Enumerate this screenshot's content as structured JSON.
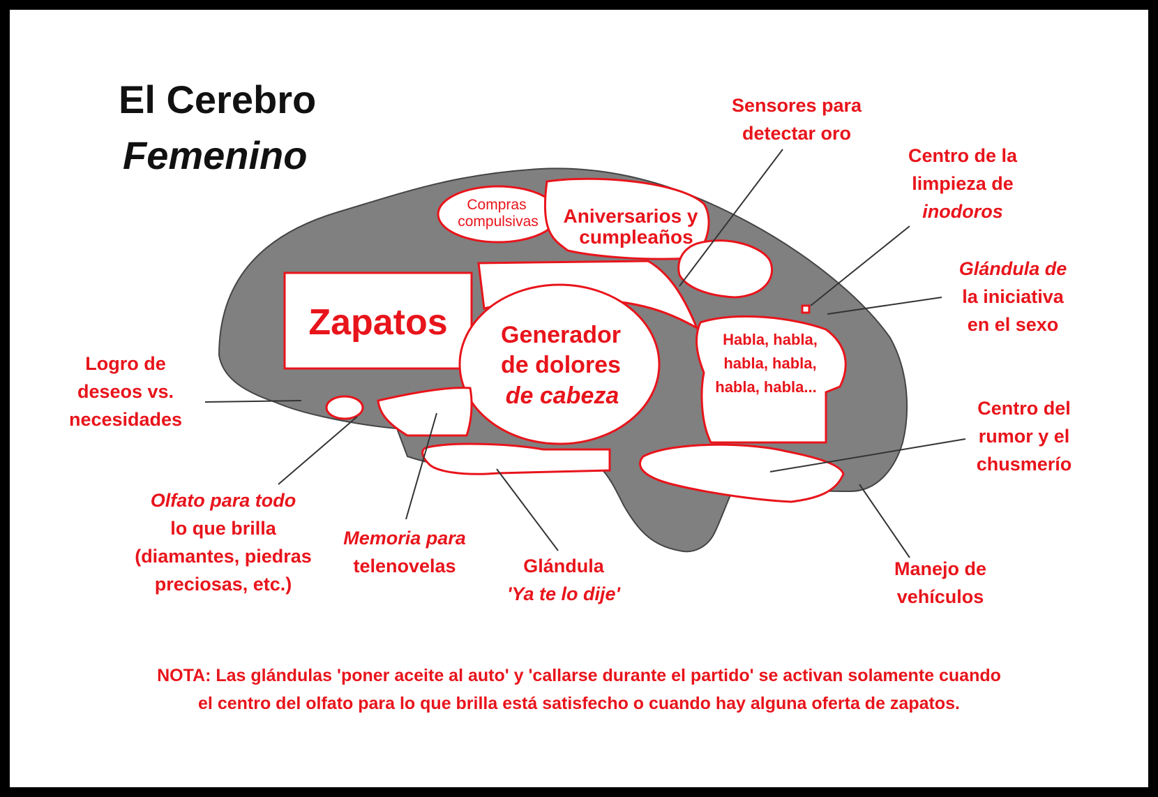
{
  "title": {
    "line1": "El Cerebro",
    "line2": "Femenino"
  },
  "regions": {
    "compras_1": "Compras",
    "compras_2": "compulsivas",
    "aniversarios_1": "Aniversarios y",
    "aniversarios_2": "cumpleaños",
    "zapatos": "Zapatos",
    "generador_1": "Generador",
    "generador_2": "de dolores",
    "generador_3": "de cabeza",
    "habla_1": "Habla, habla,",
    "habla_2": "habla, habla,",
    "habla_3": "habla, habla..."
  },
  "labels": {
    "sensores_1": "Sensores para",
    "sensores_2": "detectar oro",
    "limpieza_1": "Centro de la",
    "limpieza_2": "limpieza de",
    "limpieza_3": "inodoros",
    "glandula_1": "Glándula de",
    "glandula_2": "la iniciativa",
    "glandula_3": "en el sexo",
    "logro_1": "Logro de",
    "logro_2": "deseos vs.",
    "logro_3": "necesidades",
    "rumor_1": "Centro del",
    "rumor_2": "rumor y el",
    "rumor_3": "chusmerío",
    "olfato_1": "Olfato para todo",
    "olfato_2": "lo que brilla",
    "olfato_3": "(diamantes, piedras",
    "olfato_4": "preciosas, etc.)",
    "memoria_1": "Memoria para",
    "memoria_2": "telenovelas",
    "yatelodije_1": "Glándula",
    "yatelodije_2": "'Ya te lo dije'",
    "manejo_1": "Manejo de",
    "manejo_2": "vehículos"
  },
  "note": {
    "line1": "NOTA: Las glándulas 'poner aceite al auto' y 'callarse durante el partido' se activan solamente cuando",
    "line2": "el centro del olfato para lo que brilla está satisfecho o cuando hay alguna oferta de zapatos."
  },
  "colors": {
    "accent": "#e8141b",
    "brain": "#808080",
    "frame": "#000000"
  }
}
